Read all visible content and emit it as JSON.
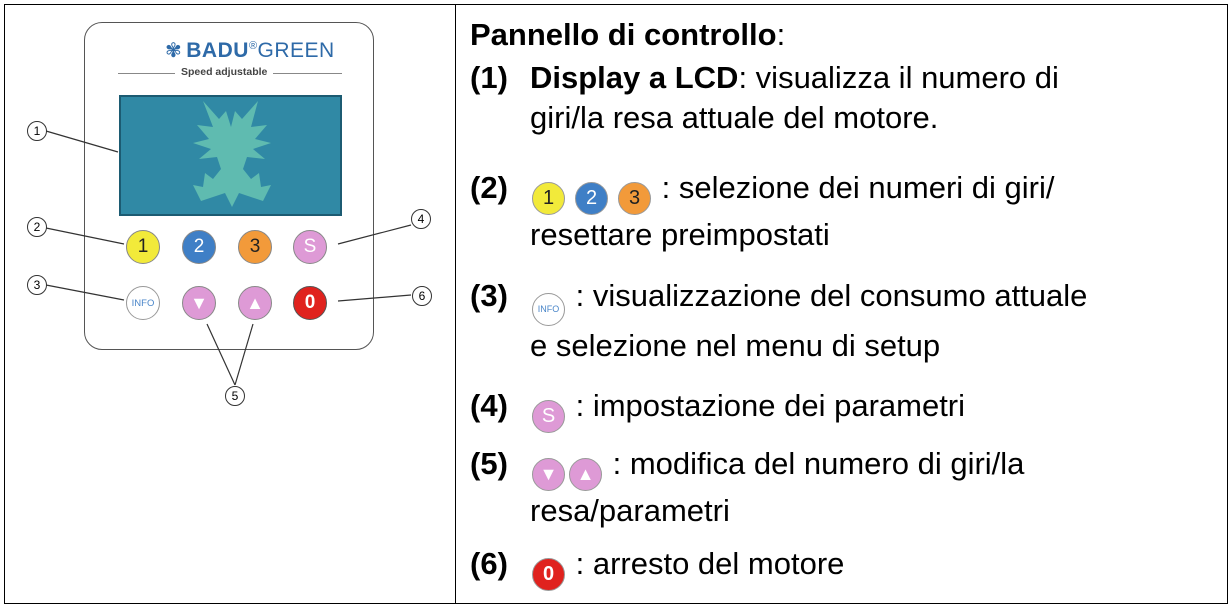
{
  "illustration": {
    "brand_bold": "BADU",
    "brand_reg": "®",
    "brand_light": "GREEN",
    "speed_label": "Speed adjustable",
    "buttons": {
      "b1": "1",
      "b2": "2",
      "b3": "3",
      "bs": "S",
      "info": "INFO",
      "down": "▼",
      "up": "▲",
      "zero": "0"
    },
    "callouts": [
      "1",
      "2",
      "3",
      "4",
      "5",
      "6"
    ],
    "colors": {
      "yellow": "#f2ea3a",
      "blue": "#3f7fc6",
      "orange": "#f29a3a",
      "pink": "#de9ad6",
      "red": "#e0221e",
      "lcd": "#3089a5"
    }
  },
  "text": {
    "title_bold": "Pannello di controllo",
    "title_colon": ":",
    "items": [
      {
        "num": "(1)",
        "bold": "Display a LCD",
        "rest": ": visualizza il numero di",
        "line2": "giri/la resa attuale del motore."
      },
      {
        "num": "(2)",
        "rest": " : selezione dei numeri di giri/",
        "line2": "resettare preimpostati"
      },
      {
        "num": "(3)",
        "rest": " : visualizzazione del consumo attuale",
        "line2": "e selezione nel menu di setup"
      },
      {
        "num": "(4)",
        "rest": " : impostazione dei parametri"
      },
      {
        "num": "(5)",
        "rest": " : modifica del numero di giri/la",
        "line2": "resa/parametri"
      },
      {
        "num": "(6)",
        "rest": " : arresto del motore"
      }
    ]
  }
}
